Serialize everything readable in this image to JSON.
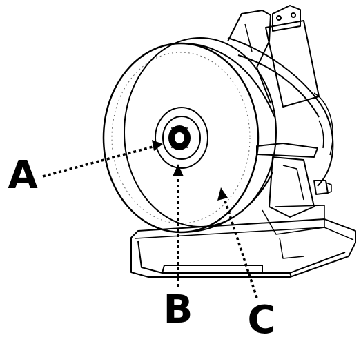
{
  "labels": {
    "a": "A",
    "b": "B",
    "c": "C"
  },
  "colors": {
    "ink": "#000000",
    "background": "#ffffff"
  }
}
